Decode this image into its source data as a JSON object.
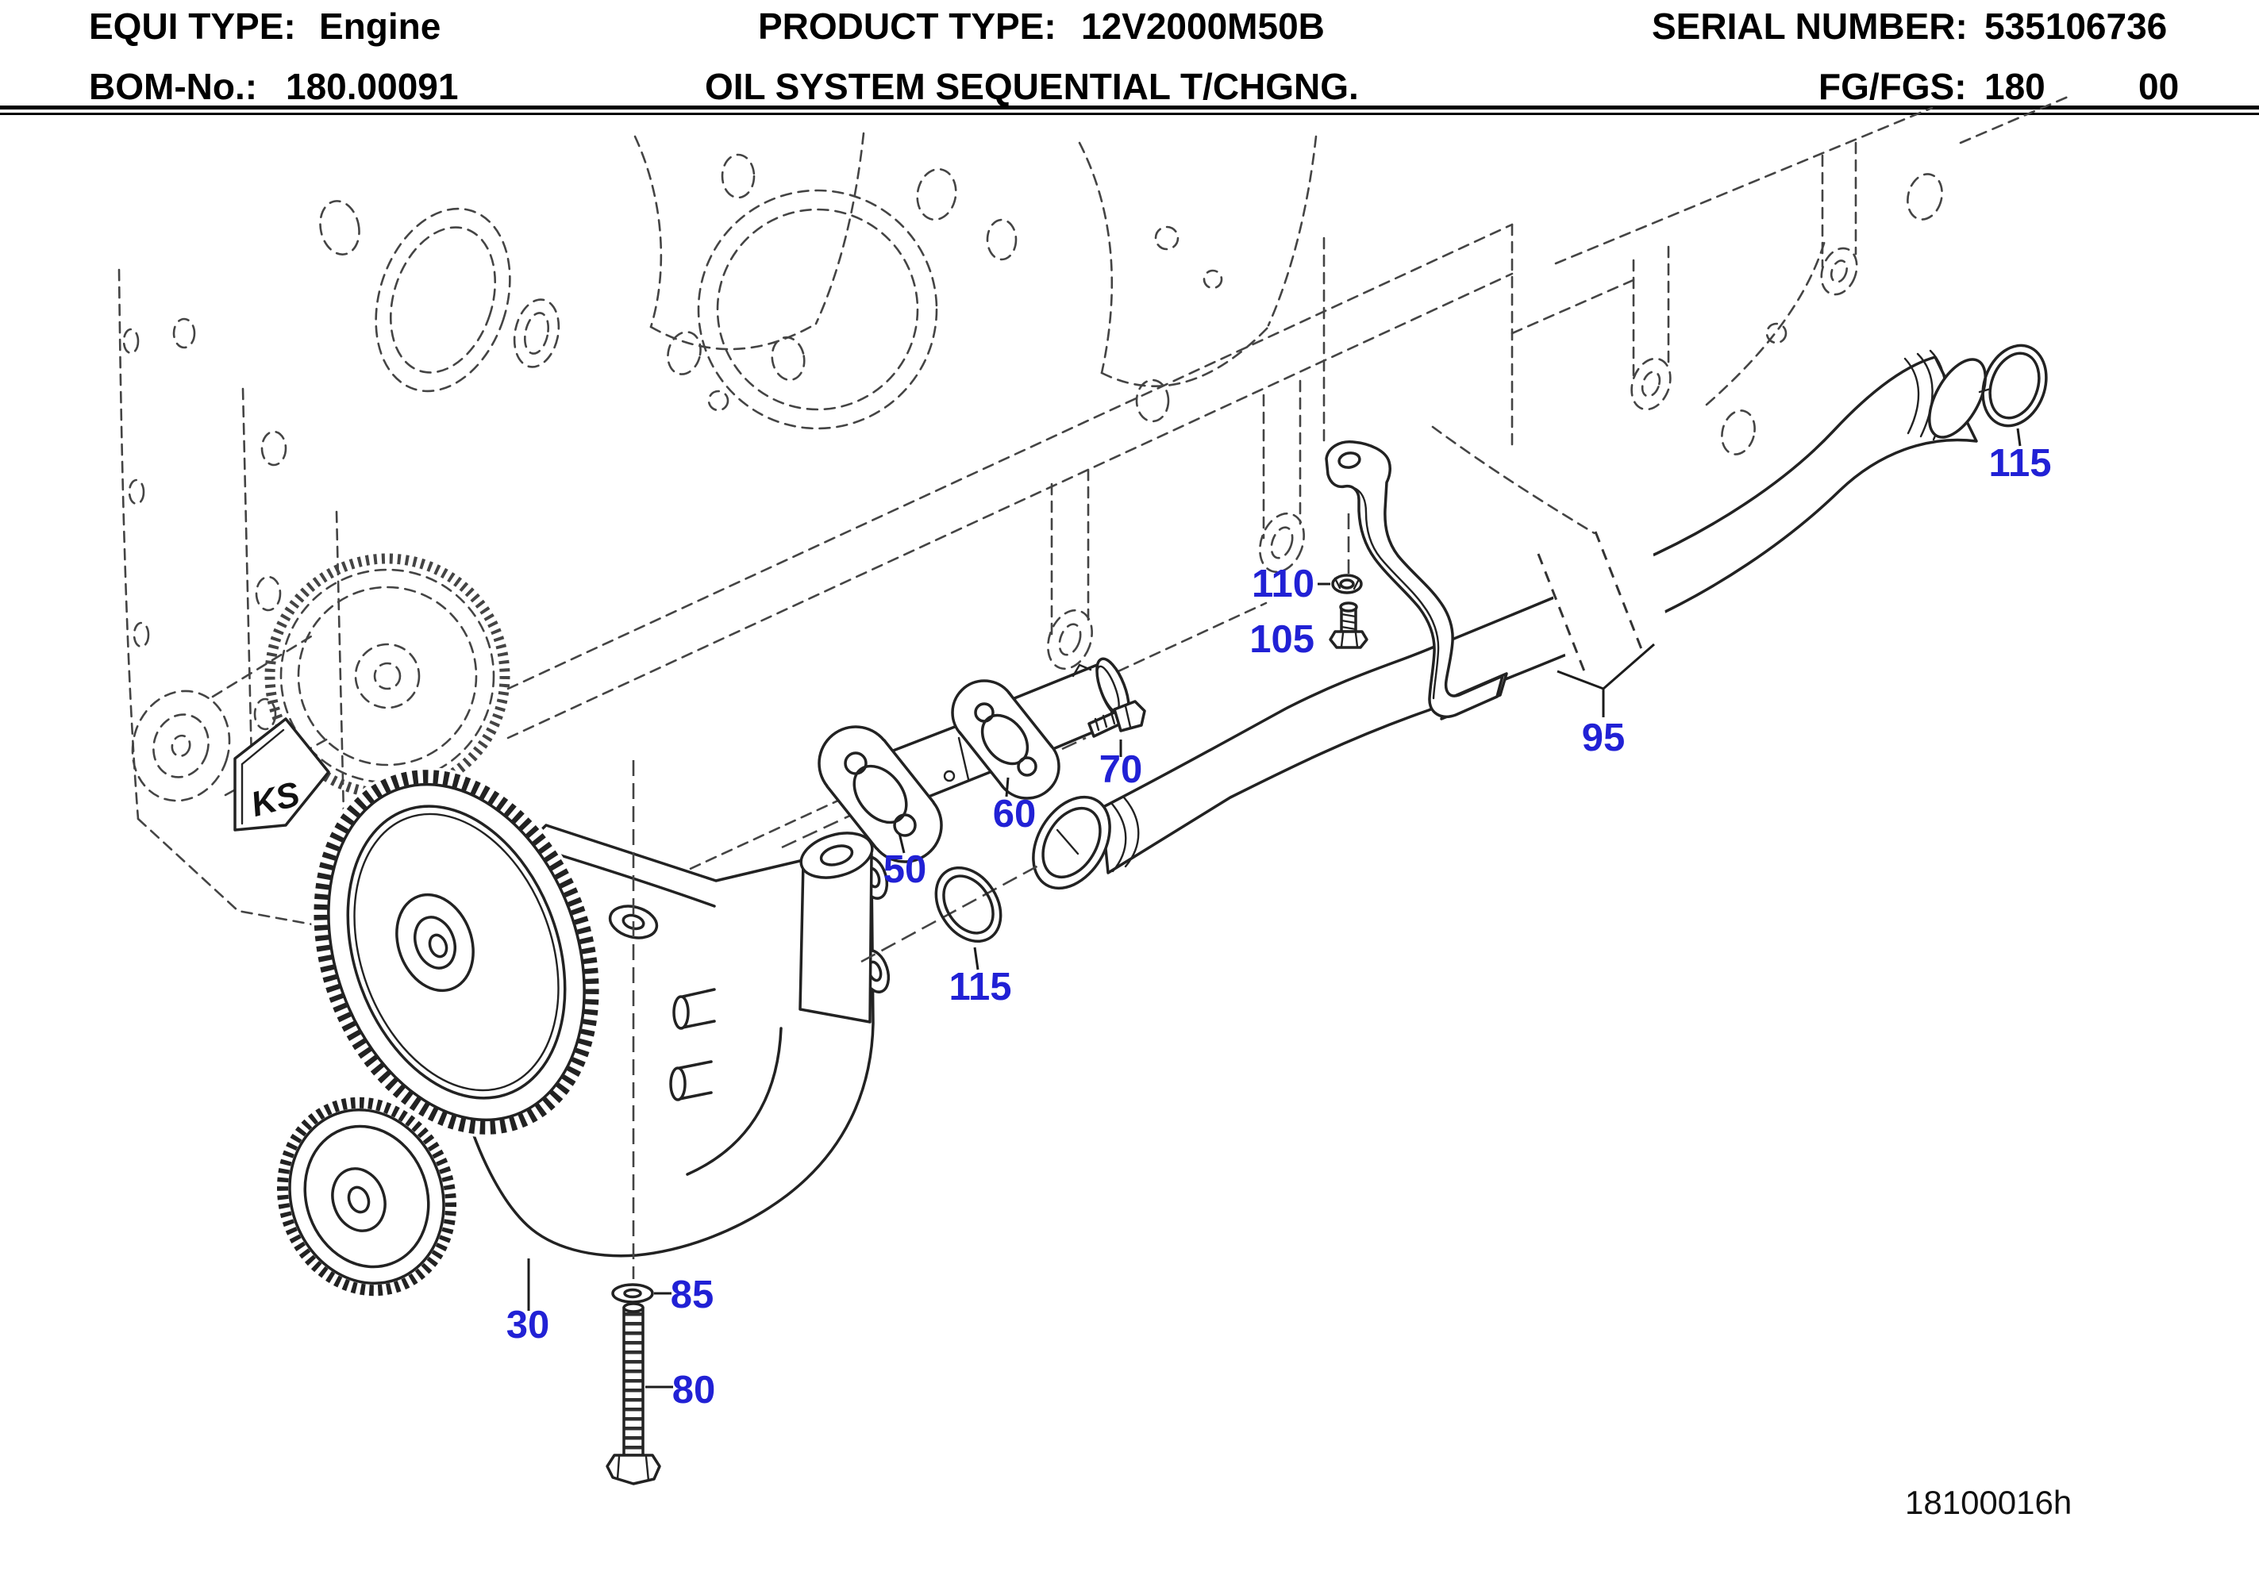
{
  "header": {
    "equi_type_label": "EQUI TYPE:",
    "equi_type_value": "Engine",
    "product_type_label": "PRODUCT TYPE:",
    "product_type_value": "12V2000M50B",
    "serial_number_label": "SERIAL NUMBER:",
    "serial_number_value": "535106736",
    "bom_label": "BOM-No.:",
    "bom_value": "180.00091",
    "title": "OIL SYSTEM SEQUENTIAL T/CHGNG.",
    "fg_label": "FG/FGS:",
    "fg_value": "180",
    "fg_value_2": "00"
  },
  "diagram": {
    "callout_color": "#2121d5",
    "direction_marker": "KS",
    "figure_number": "18100016h",
    "callouts": [
      {
        "label": "115"
      },
      {
        "label": "110"
      },
      {
        "label": "105"
      },
      {
        "label": "95"
      },
      {
        "label": "70"
      },
      {
        "label": "60"
      },
      {
        "label": "50"
      },
      {
        "label": "115"
      },
      {
        "label": "30"
      },
      {
        "label": "85"
      },
      {
        "label": "80"
      }
    ]
  }
}
